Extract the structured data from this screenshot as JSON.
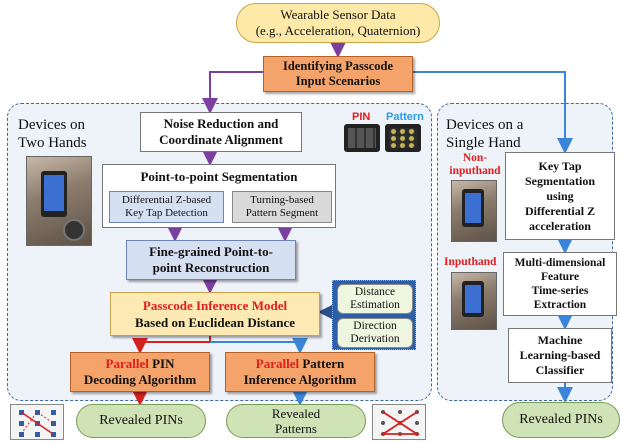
{
  "colors": {
    "region_blue": "#3a6aa6",
    "purple_arrow": "#7b3fa0",
    "blue_arrow": "#3a85d8",
    "red_arrow": "#d62020",
    "orange_box": "#f4a36a",
    "yellow_box": "#fde9b3",
    "blue_box": "#d6e0f3",
    "green_pill": "#cfe3b6"
  },
  "top": {
    "line1": "Wearable Sensor Data",
    "line2": "(e.g., Acceleration, Quaternion)",
    "scenario_line1": "Identifying Passcode",
    "scenario_line2": "Input Scenarios"
  },
  "left": {
    "title_line1": "Devices on",
    "title_line2": "Two Hands",
    "noise_line1": "Noise Reduction and",
    "noise_line2": "Coordinate Alignment",
    "pin_label": "PIN",
    "pattern_label": "Pattern",
    "seg_title": "Point-to-point Segmentation",
    "diffz_line1": "Differential Z-based",
    "diffz_line2": "Key Tap Detection",
    "turning_line1": "Turning-based",
    "turning_line2": "Pattern Segment",
    "fine_line1": "Fine-grained Point-to-",
    "fine_line2": "point Reconstruction",
    "model_line1": "Passcode Inference Model",
    "model_line2": "Based on Euclidean Distance",
    "dist_line1": "Distance",
    "dist_line2": "Estimation",
    "dir_line1": "Direction",
    "dir_line2": "Derivation",
    "pin_algo_red": "Parallel",
    "pin_algo_rest": " PIN",
    "pin_algo_line2": "Decoding Algorithm",
    "pat_algo_red": "Parallel",
    "pat_algo_rest": " Pattern",
    "pat_algo_line2": "Inference Algorithm",
    "revealed_pins": "Revealed PINs",
    "revealed_patterns_line1": "Revealed",
    "revealed_patterns_line2": "Patterns"
  },
  "right": {
    "title_line1": "Devices on a",
    "title_line2": "Single Hand",
    "noninput_line1": "Non-",
    "noninput_line2": "inputhand",
    "keytap_line1": "Key Tap",
    "keytap_line2": "Segmentation",
    "keytap_line3": "using",
    "keytap_line4": "Differential Z",
    "keytap_line5": "acceleration",
    "inputhand": "Inputhand",
    "feature_line1": "Multi-dimensional",
    "feature_line2": "Feature",
    "feature_line3": "Time-series",
    "feature_line4": "Extraction",
    "ml_line1": "Machine",
    "ml_line2": "Learning-based",
    "ml_line3": "Classifier",
    "revealed_pins": "Revealed PINs"
  }
}
